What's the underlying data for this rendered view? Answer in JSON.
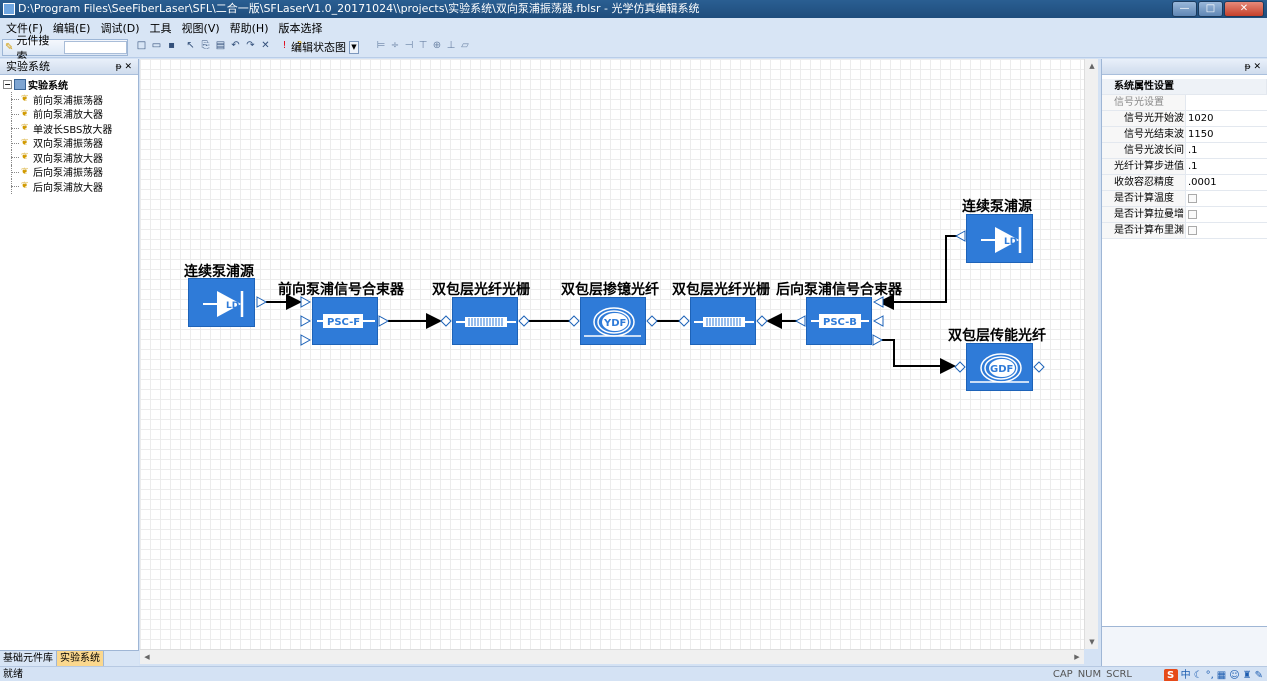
{
  "window": {
    "title": "D:\\Program Files\\SeeFiberLaser\\SFL\\二合一版\\SFLaserV1.0_20171024\\\\projects\\实验系统\\双向泵浦振荡器.fblsr - 光学仿真编辑系统",
    "min_label": "—",
    "max_label": "□",
    "close_label": "✕"
  },
  "menu": [
    "文件(F)",
    "编辑(E)",
    "调试(D)",
    "工具",
    "视图(V)",
    "帮助(H)",
    "版本选择"
  ],
  "toolbar": {
    "search_label": "元件搜索",
    "state_label": "编辑状态图",
    "icons": [
      "new-icon",
      "open-icon",
      "save-icon",
      "select-icon",
      "copy-icon",
      "paste-icon",
      "undo-icon",
      "redo-icon",
      "delete-icon",
      "run-icon",
      "help-icon"
    ]
  },
  "left_panel": {
    "title": "实验系统",
    "root": "实验系统",
    "items": [
      "前向泵浦振荡器",
      "前向泵浦放大器",
      "单波长SBS放大器",
      "双向泵浦振荡器",
      "双向泵浦放大器",
      "后向泵浦振荡器",
      "后向泵浦放大器"
    ],
    "tabs": [
      "基础元件库",
      "实验系统"
    ],
    "active_tab": "实验系统"
  },
  "right_panel": {
    "category": "系统属性设置",
    "subcategory": "信号光设置",
    "props": [
      {
        "name": "信号光开始波",
        "value": "1020",
        "type": "text",
        "indent": true
      },
      {
        "name": "信号光结束波",
        "value": "1150",
        "type": "text",
        "indent": true
      },
      {
        "name": "信号光波长间",
        "value": ".1",
        "type": "text",
        "indent": true
      },
      {
        "name": "光纤计算步进值",
        "value": ".1",
        "type": "text",
        "indent": false
      },
      {
        "name": "收敛容忍精度",
        "value": ".0001",
        "type": "text",
        "indent": false
      },
      {
        "name": "是否计算温度",
        "value": "",
        "type": "check",
        "indent": false
      },
      {
        "name": "是否计算拉曼增",
        "value": "",
        "type": "check",
        "indent": false
      },
      {
        "name": "是否计算布里渊",
        "value": "",
        "type": "check",
        "indent": false
      }
    ]
  },
  "diagram": {
    "components": [
      {
        "id": "ld-left",
        "label": "连续泵浦源",
        "glyph": "LD"
      },
      {
        "id": "psc-f",
        "label": "前向泵浦信号合束器",
        "glyph": "PSC-F"
      },
      {
        "id": "fbg-left",
        "label": "双包层光纤光栅",
        "glyph": "fbg"
      },
      {
        "id": "ydf",
        "label": "双包层掺镱光纤",
        "glyph": "YDF"
      },
      {
        "id": "fbg-right",
        "label": "双包层光纤光栅",
        "glyph": "fbg"
      },
      {
        "id": "psc-b",
        "label": "后向泵浦信号合束器",
        "glyph": "PSC-B"
      },
      {
        "id": "ld-right",
        "label": "连续泵浦源",
        "glyph": "LD"
      },
      {
        "id": "gdf",
        "label": "双包层传能光纤",
        "glyph": "GDF"
      }
    ]
  },
  "status": {
    "left": "就绪",
    "cap": "CAP",
    "num": "NUM",
    "scrl": "SCRL",
    "ime_s": "S",
    "ime_mode": "中"
  },
  "colors": {
    "component_fill": "#2f7bd8",
    "titlebar": "#1f4d7c",
    "active_tab": "#fbd88e"
  }
}
